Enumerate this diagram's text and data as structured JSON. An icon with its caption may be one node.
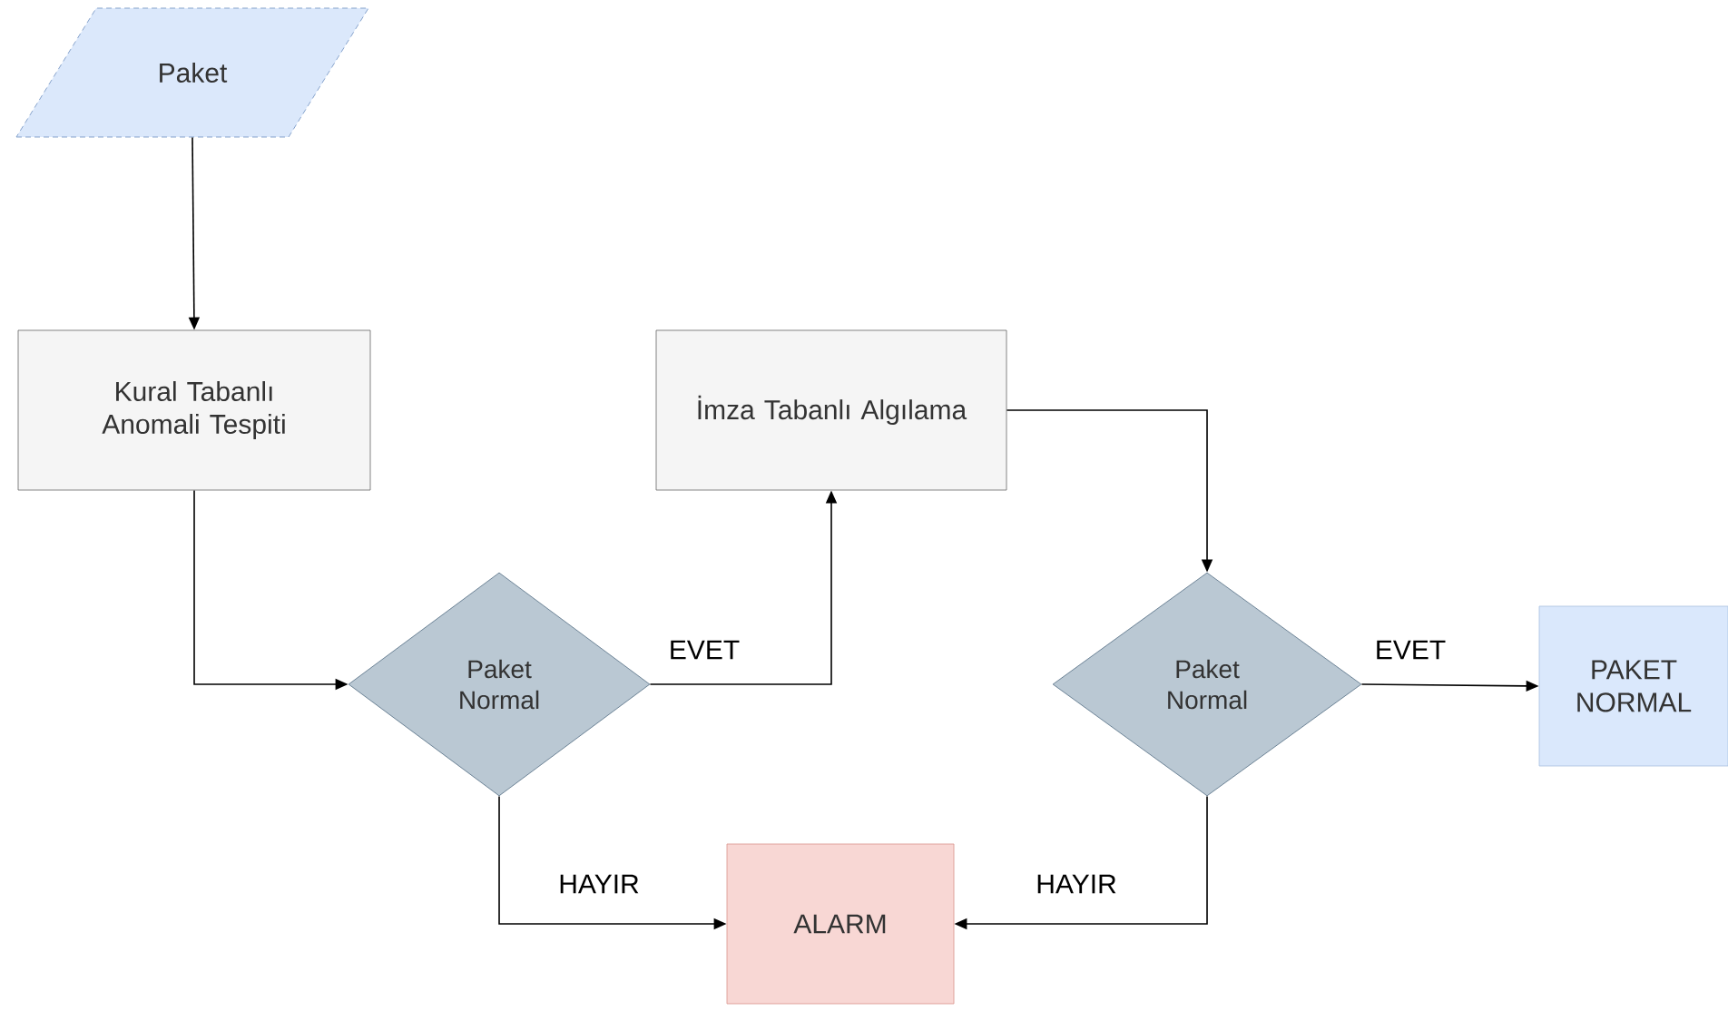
{
  "diagram": {
    "nodes": [
      {
        "text": [
          "Paket"
        ]
      },
      {
        "text": [
          "Kural Tabanlı Anomali Tespiti"
        ]
      },
      {
        "text": [
          "İmza Tabanlı Algılama"
        ]
      },
      {
        "text": [
          "Paket Normal"
        ]
      },
      {
        "text": [
          "Paket Normal"
        ]
      },
      {
        "text": [
          "PAKET NORMAL"
        ]
      },
      {
        "text": [
          "ALARM"
        ]
      }
    ],
    "edges": [
      {
        "from": 0,
        "to": 1,
        "arrow": "to"
      },
      {
        "from": 1,
        "to": 3,
        "arrow": "to"
      },
      {
        "from": 3,
        "to": 2,
        "arrow": "to",
        "label": "EVET"
      },
      {
        "from": 2,
        "to": 4,
        "arrow": "to"
      },
      {
        "from": 4,
        "to": 5,
        "arrow": "to",
        "label": "EVET"
      },
      {
        "from": 3,
        "to": 6,
        "arrow": "to",
        "label": "HAYIR"
      },
      {
        "from": 4,
        "to": 6,
        "arrow": "to",
        "label": "HAYIR"
      }
    ]
  }
}
